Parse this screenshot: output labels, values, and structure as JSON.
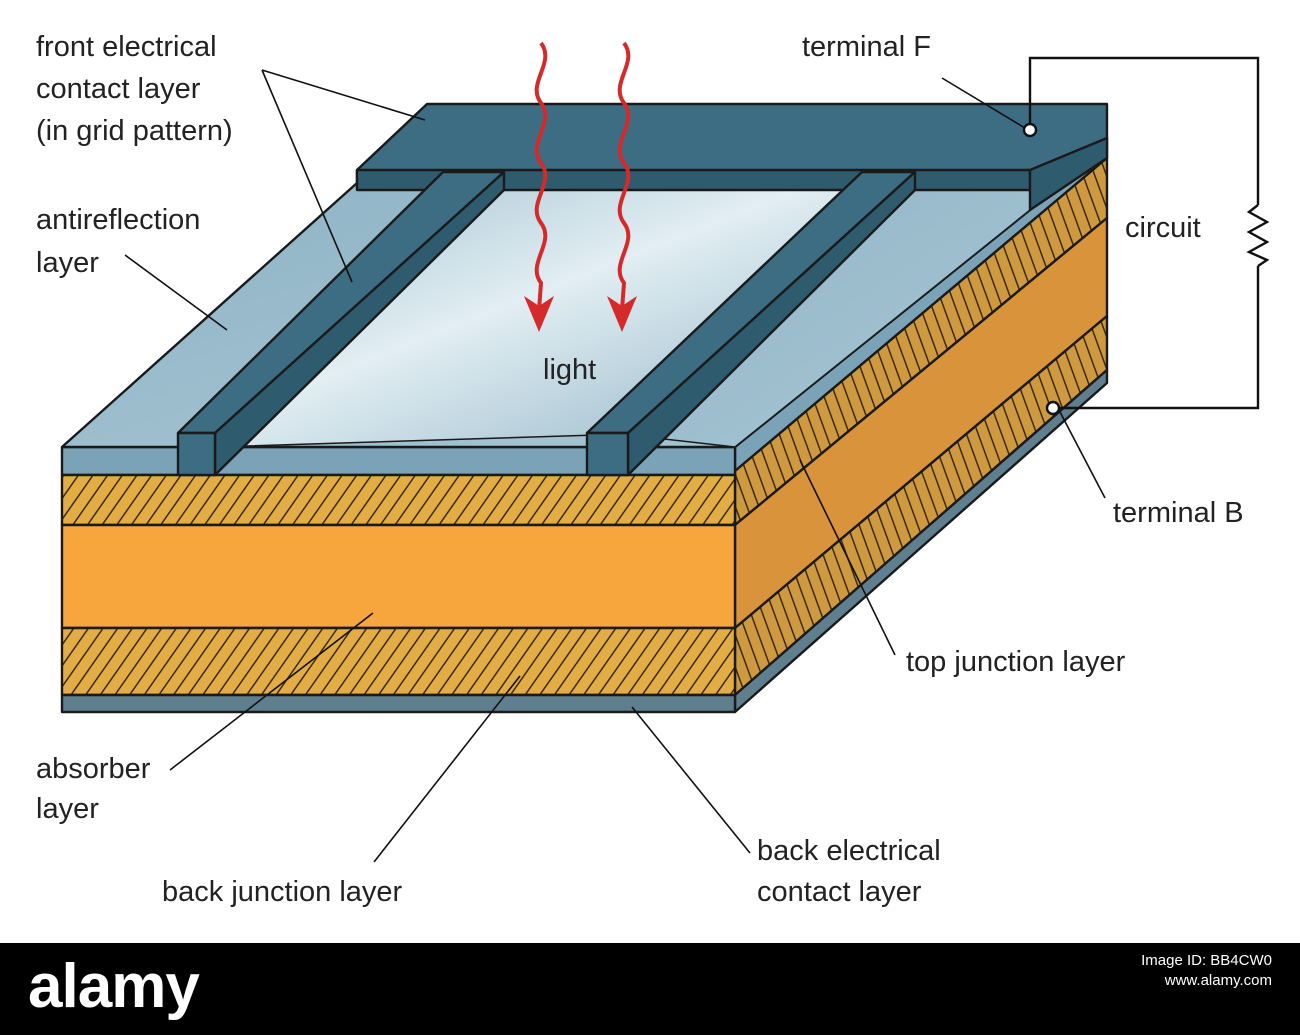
{
  "labels": {
    "front_contact": [
      "front electrical",
      "contact layer",
      "(in grid pattern)"
    ],
    "antireflection": [
      "antireflection",
      "layer"
    ],
    "light": "light",
    "terminal_f": "terminal F",
    "circuit": "circuit",
    "terminal_b": "terminal B",
    "top_junction": "top junction layer",
    "absorber": [
      "absorber",
      "layer"
    ],
    "back_junction": "back junction layer",
    "back_contact": [
      "back electrical",
      "contact layer"
    ]
  },
  "footer": {
    "logo": "alamy",
    "image_id_label": "Image ID: BB4CW0",
    "site": "www.alamy.com"
  },
  "colors": {
    "antireflection_top": "#8fb3c6",
    "antireflection_side": "#7aa3b8",
    "contact_grid": "#3d6d82",
    "light_arrow": "#d42a2a",
    "junction": "#e2ad45",
    "absorber_front": "#f6a63c",
    "absorber_side": "#d9933a",
    "back_contact": "#5f7f8e",
    "footer": "#000000"
  },
  "icons": [
    "light-arrow-icon",
    "resistor-icon",
    "terminal-dot-icon"
  ]
}
